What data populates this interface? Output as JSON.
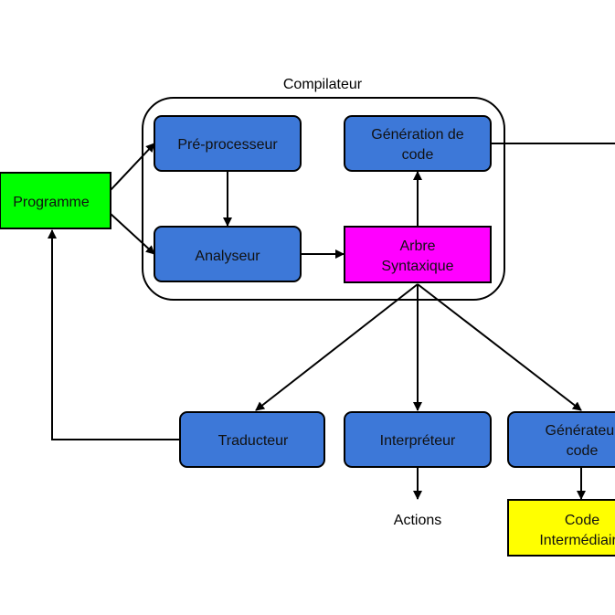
{
  "colors": {
    "blue": "#3d78d8",
    "green": "#00ff00",
    "magenta": "#ff00ff",
    "yellow": "#ffff00",
    "stroke": "#000000"
  },
  "group": {
    "label": "Compilateur"
  },
  "nodes": {
    "programme": "Programme",
    "preprocesseur": "Pré-processeur",
    "analyseur": "Analyseur",
    "generation": [
      "Génération de",
      "code"
    ],
    "arbre": [
      "Arbre",
      "Syntaxique"
    ],
    "traducteur": "Traducteur",
    "interpreteur": "Interpréteur",
    "generateur": [
      "Générateur",
      "code"
    ],
    "intermediaire": [
      "Code",
      "Intermédiaire"
    ]
  },
  "labels": {
    "actions": "Actions"
  }
}
